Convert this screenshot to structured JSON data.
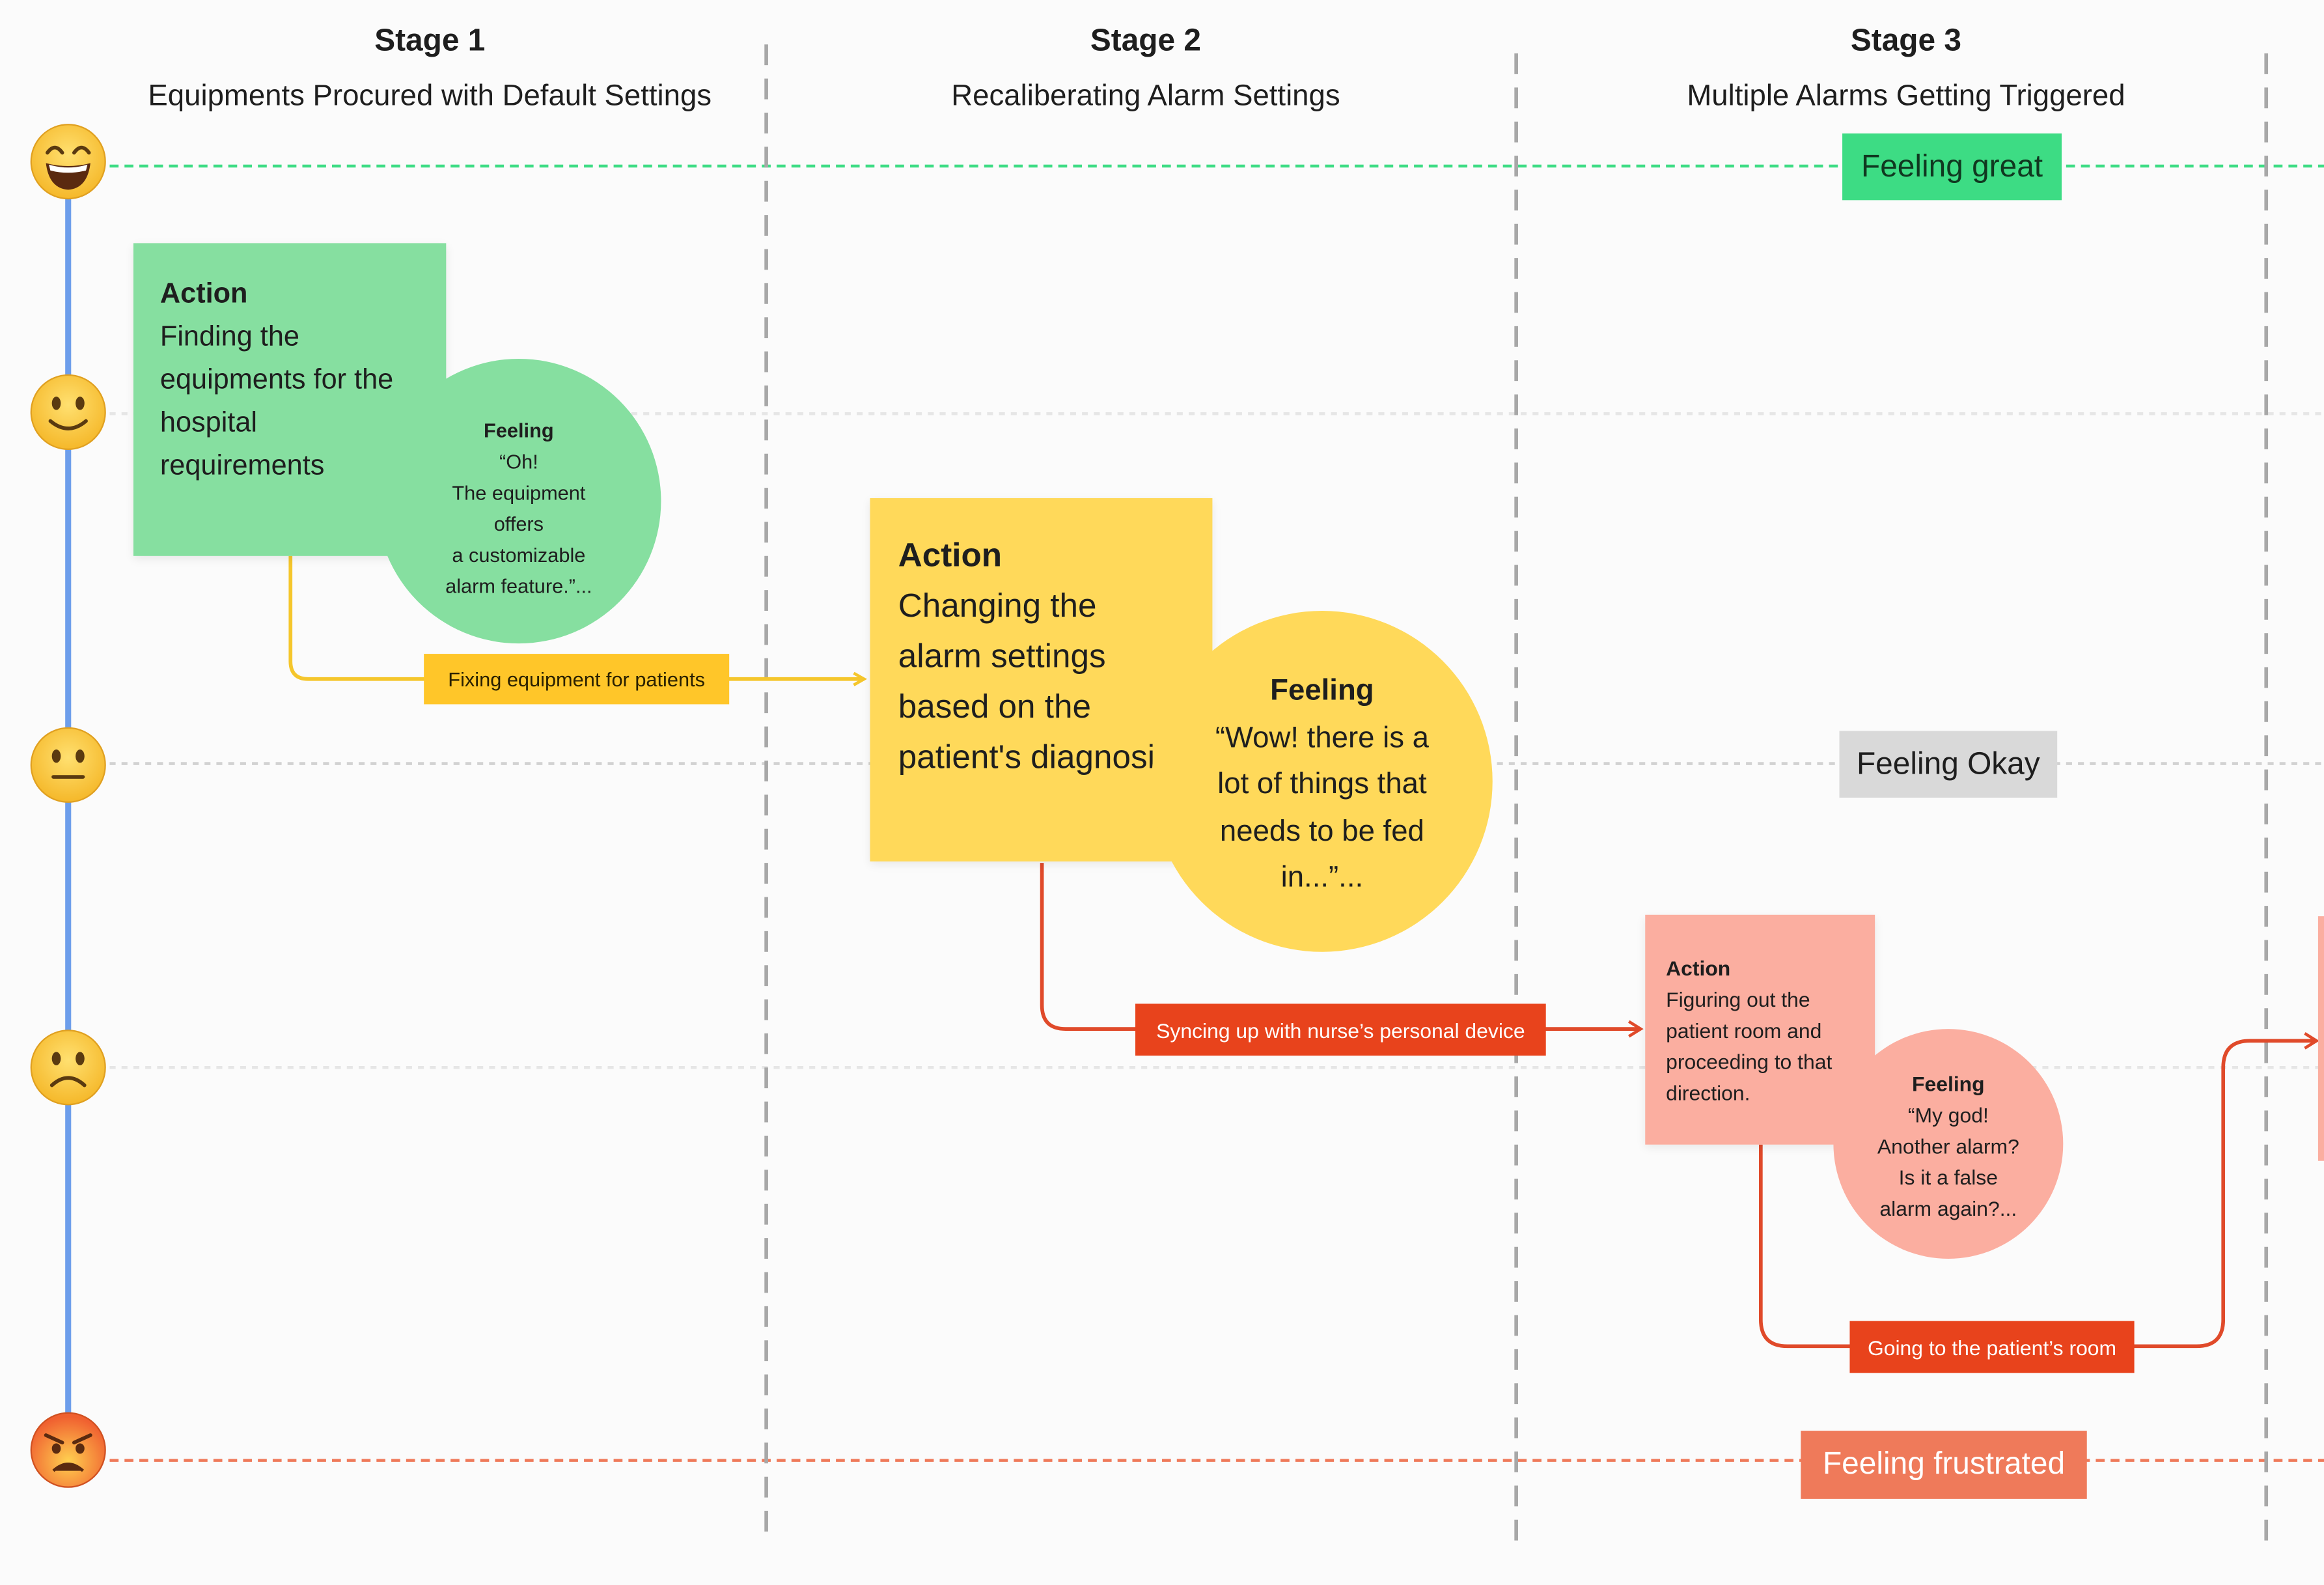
{
  "stages": [
    {
      "label": "Stage 1",
      "title": "Equipments Procured with Default Settings"
    },
    {
      "label": "Stage 2",
      "title": "Recaliberating Alarm Settings"
    },
    {
      "label": "Stage 3",
      "title": "Multiple Alarms Getting Triggered"
    }
  ],
  "emotion_scale": [
    "very happy",
    "happy",
    "neutral",
    "sad",
    "angry"
  ],
  "mood_labels": {
    "great": "Feeling great",
    "okay": "Feeling Okay",
    "frustrated": "Feeling frustrated"
  },
  "colors": {
    "great": "#3ddc84",
    "okay": "#d9d9d9",
    "frustrated": "#ef7a5a",
    "green_note": "#86dfa0",
    "yellow_note": "#ffd95a",
    "red_note": "#fbaea0",
    "timeline": "#6d9eeb"
  },
  "stage1": {
    "action_title": "Action",
    "action_text": "Finding the equipments for the hospital requirements",
    "feeling_title": "Feeling",
    "feeling_lines": [
      "“Oh!",
      "The equipment",
      "offers",
      "a customizable",
      "alarm feature.”..."
    ],
    "connector": "Fixing equipment for patients"
  },
  "stage2": {
    "action_title": "Action",
    "action_text": "Changing the alarm settings based on the patient's diagnosis",
    "feeling_title": "Feeling",
    "feeling_lines": [
      "“Wow! there is a",
      "lot of things that",
      "needs to be fed",
      "in...”..."
    ],
    "connector": "Syncing up with nurse’s personal device"
  },
  "stage3": {
    "action_title": "Action",
    "action_text": "Figuring out the patient room and proceeding to that direction.",
    "feeling_title": "Feeling",
    "feeling_lines": [
      "“My god!",
      "Another alarm?",
      "Is it a false",
      "alarm again?..."
    ],
    "connector": "Going to the patient’s room"
  }
}
